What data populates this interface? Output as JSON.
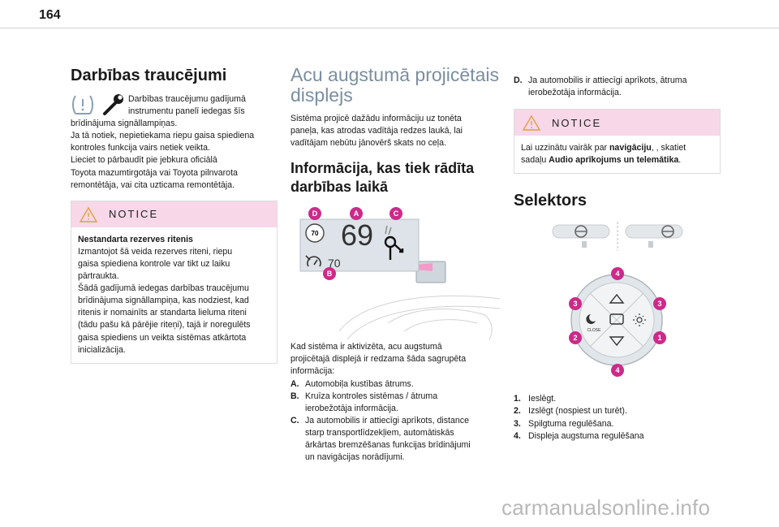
{
  "page": {
    "number": "164"
  },
  "col1": {
    "heading": "Darbības traucējumi",
    "intro": [
      "Darbības traucējumu gadījumā",
      "instrumentu panelī iedegas šīs",
      "brīdinājuma signāllampiņas.",
      "Ja tā notiek, nepietiekama riepu gaisa spiediena",
      "kontroles funkcija vairs netiek veikta.",
      "Lieciet to pārbaudīt pie jebkura oficiālā",
      "Toyota mazumtirgotāja vai Toyota pilnvarota",
      "remontētāja, vai cita uzticama remontētāja."
    ],
    "notice": {
      "label": "NOTICE",
      "title": "Nestandarta rezerves ritenis",
      "lines": [
        "Izmantojot šā veida rezerves riteni, riepu",
        "gaisa spiediena kontrole var tikt uz laiku",
        "pārtraukta.",
        "Šādā gadījumā iedegas darbības traucējumu",
        "brīdinājuma signāllampiņa, kas nodziest, kad",
        "ritenis ir nomainīts ar standarta lieluma riteni",
        "(tādu pašu kā pārējie riteņi), tajā ir noregulēts",
        "gaisa spiediens un veikta sistēmas atkārtota",
        "inicializācija."
      ]
    }
  },
  "col2": {
    "heading_line1": "Acu augstumā projicētais",
    "heading_line2": "displejs",
    "intro": [
      "Sistēma projicē dažādu informāciju uz tonēta",
      "paneļa, kas atrodas vadītāja redzes laukā, lai",
      "vadītājam nebūtu jānovērš skats no ceļa."
    ],
    "sub_line1": "Informācija, kas tiek rādīta",
    "sub_line2": "darbības laikā",
    "figure": {
      "speed": "69",
      "limit_sign": "70",
      "cruise_value": "70",
      "badges": [
        "D",
        "A",
        "C",
        "B"
      ]
    },
    "after_lines": [
      "Kad sistēma ir aktivizēta, acu augstumā",
      "projicētajā displejā ir redzama šāda sagrupēta",
      "informācija:"
    ],
    "items": [
      {
        "key": "A.",
        "lines": [
          "Automobiļa kustības ātrums."
        ]
      },
      {
        "key": "B.",
        "lines": [
          "Kruīza kontroles sistēmas / ātruma",
          "ierobežotāja informācija."
        ]
      },
      {
        "key": "C.",
        "lines": [
          "Ja automobilis ir attiecīgi aprīkots, distance",
          "starp transportlīdzekļiem, automātiskās",
          "ārkārtas bremzēšanas funkcijas brīdinājumi",
          "un navigācijas norādījumi."
        ]
      }
    ]
  },
  "col3": {
    "item_d_key": "D.",
    "item_d_lines": [
      "Ja automobilis ir attiecīgi aprīkots, ātruma",
      "ierobežotāja informācija."
    ],
    "notice": {
      "label": "NOTICE",
      "line1_pre": "Lai uzzinātu vairāk par ",
      "line1_bold": "navigāciju",
      "line1_post": ", , skatiet",
      "line2_pre": "sadaļu ",
      "line2_bold": "Audio aprīkojums un telemātika",
      "line2_post": "."
    },
    "heading": "Selektors",
    "figure": {
      "close_label": "CLOSE",
      "badges": [
        "4",
        "3",
        "3",
        "2",
        "1",
        "4"
      ]
    },
    "items": [
      {
        "key": "1.",
        "text": "Ieslēgt."
      },
      {
        "key": "2.",
        "text": "Izslēgt (nospiest un turēt)."
      },
      {
        "key": "3.",
        "text": "Spilgtuma regulēšana."
      },
      {
        "key": "4.",
        "text": "Displeja augstuma regulēšana"
      }
    ]
  },
  "footer": {
    "watermark": "carmanualsonline.info"
  },
  "colors": {
    "accent": "#cc2a8a",
    "notice_bg": "#f7d7e8",
    "heading_light": "#7a8ea0"
  }
}
